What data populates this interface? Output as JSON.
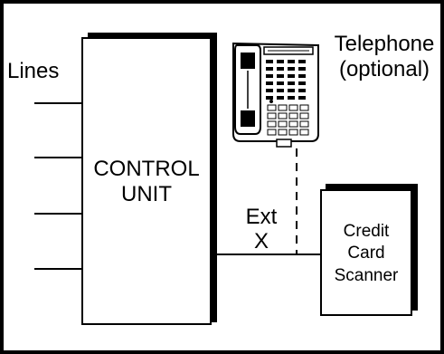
{
  "labels": {
    "lines": "Lines",
    "control_unit": [
      "CONTROL",
      "UNIT"
    ],
    "telephone": [
      "Telephone",
      "(optional)"
    ],
    "extension": [
      "Ext",
      "X"
    ],
    "scanner": [
      "Credit",
      "Card",
      "Scanner"
    ]
  },
  "line_count": 4,
  "icons": {
    "telephone": "desk-telephone-icon"
  },
  "colors": {
    "ink": "#000000",
    "paper": "#ffffff"
  }
}
